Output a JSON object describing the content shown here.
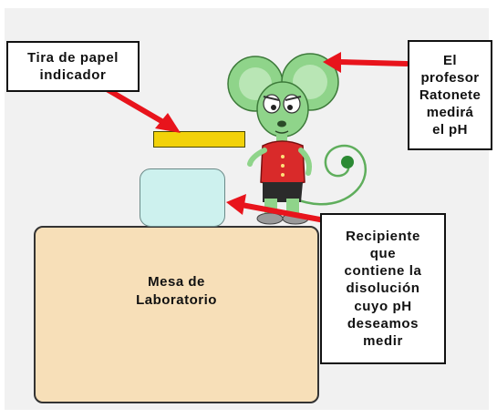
{
  "labels": {
    "paper_strip": "Tira de papel\nindicador",
    "professor": "El\nprofesor\nRatonete\nmedirá\nel pH",
    "container": "Recipiente\nque\ncontiene la\ndisolución\ncuyo pH\ndeseamos\nmedir",
    "table": "Mesa de\nLaboratorio"
  },
  "colors": {
    "panel_background": "#f1f1f1",
    "arrow": "#e8141c",
    "table_fill": "#f7dfb8",
    "container_fill": "#cdf1ee",
    "strip_fill": "#f2d20a",
    "mouse_skin": "#8fd48a",
    "mouse_shirt": "#d92a2a"
  },
  "icons": {
    "character": "cartoon-mouse-professor-icon",
    "arrows": "red-arrow-icon"
  }
}
